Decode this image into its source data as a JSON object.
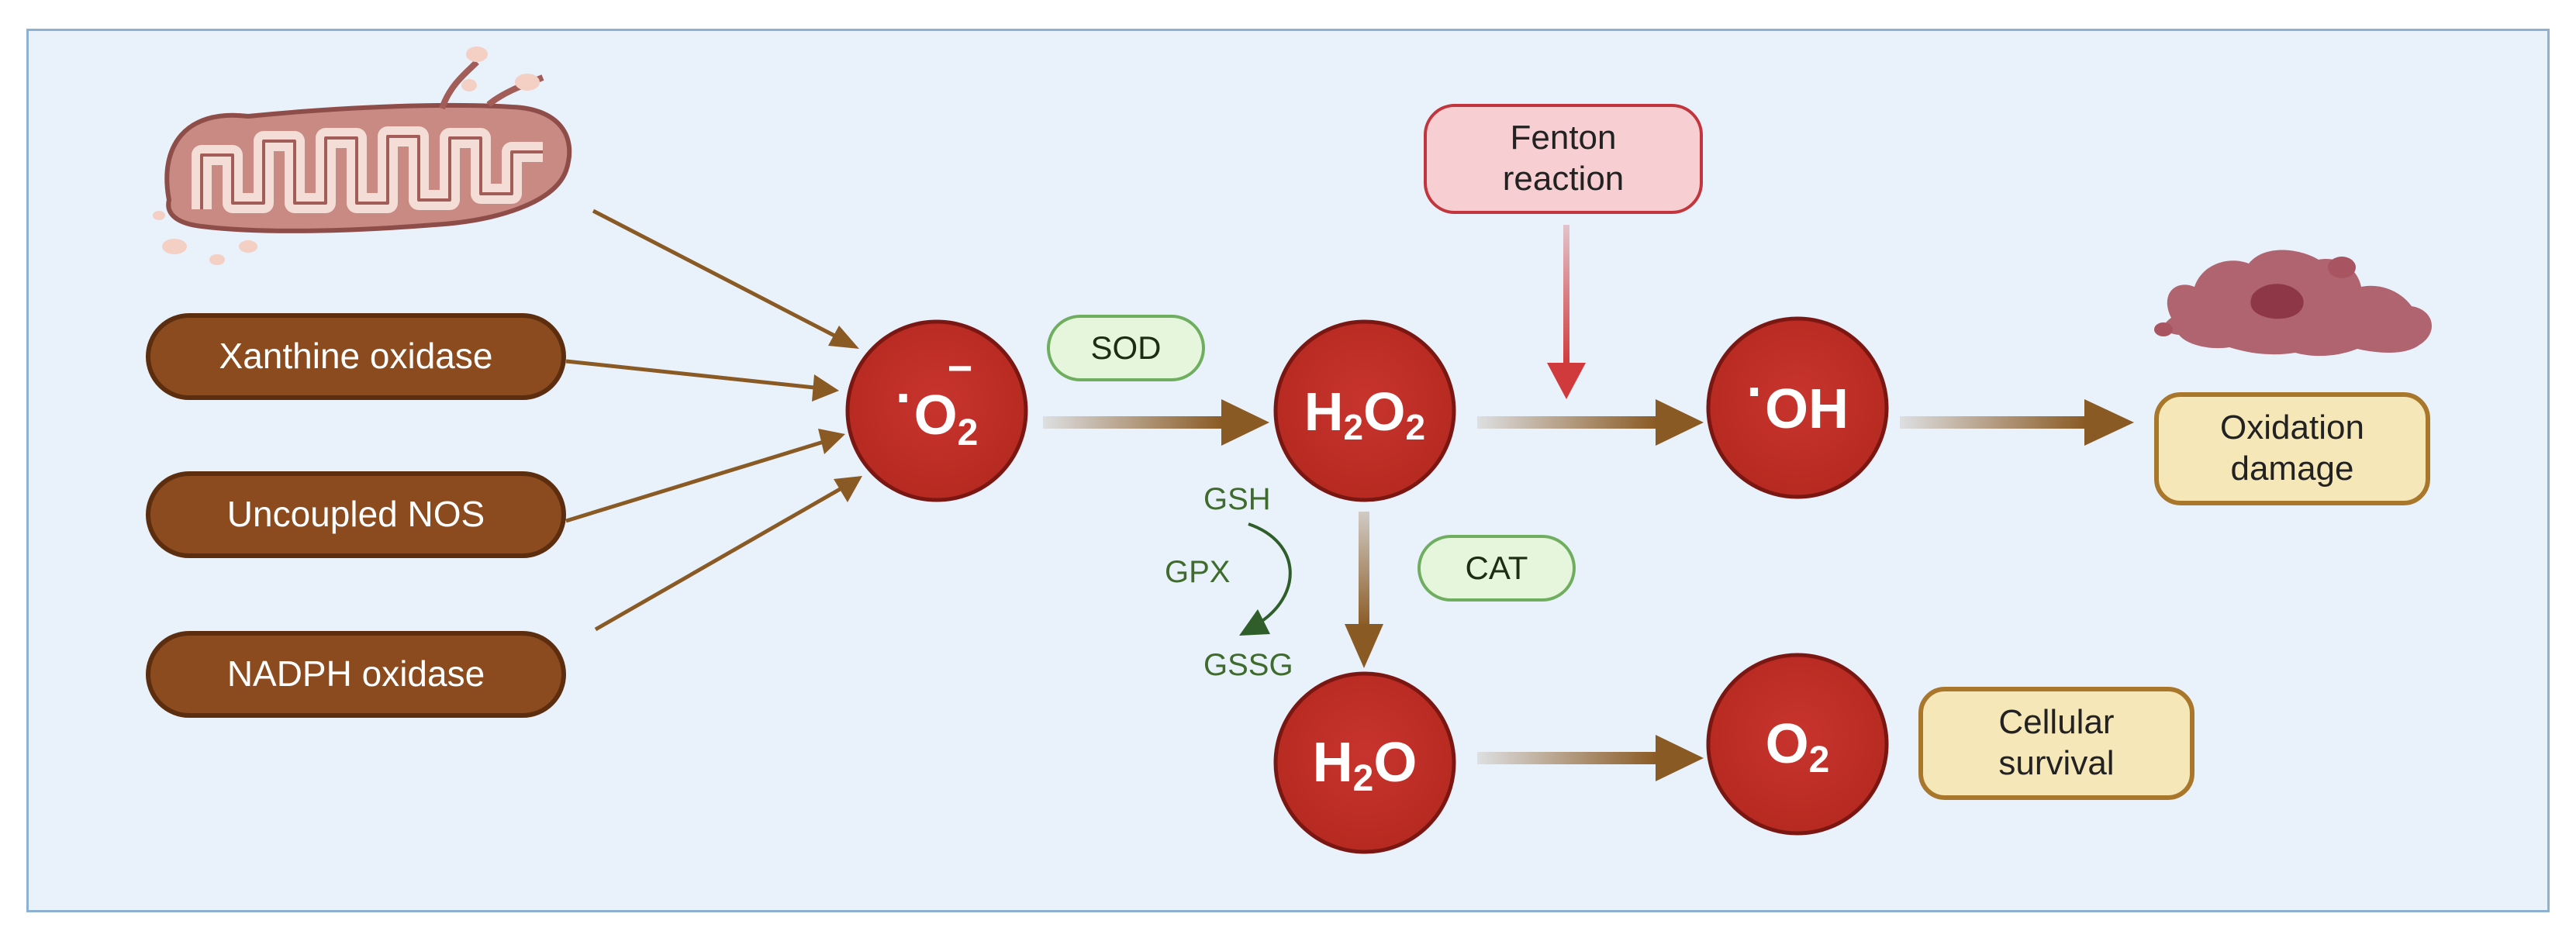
{
  "sources": [
    {
      "label": "Xanthine oxidase"
    },
    {
      "label": "Uncoupled NOS"
    },
    {
      "label": "NADPH oxidase"
    }
  ],
  "molecules": {
    "superoxide": {
      "dot": "·",
      "base": "O",
      "sub": "2",
      "sup": "−"
    },
    "hydrogen_peroxide": {
      "base1": "H",
      "sub1": "2",
      "base2": "O",
      "sub2": "2"
    },
    "hydroxyl": {
      "dot": "·",
      "base": "OH"
    },
    "water": {
      "base1": "H",
      "sub1": "2",
      "base2": "O"
    },
    "oxygen": {
      "base": "O",
      "sub": "2"
    }
  },
  "enzymes": {
    "sod": "SOD",
    "cat": "CAT",
    "gpx": "GPX"
  },
  "glutathione": {
    "reduced": "GSH",
    "oxidized": "GSSG"
  },
  "fenton": {
    "line1": "Fenton",
    "line2": "reaction"
  },
  "outcomes": {
    "damage": {
      "line1": "Oxidation",
      "line2": "damage"
    },
    "survival": {
      "line1": "Cellular",
      "line2": "survival"
    }
  },
  "colors": {
    "background": "#e9f1fb",
    "border": "#8fb1d1",
    "source_fill": "#8b4b1e",
    "molecule_fill": "#c32f2a",
    "arrow": "#8a5a24",
    "fenton_arrow": "#d03a3c",
    "gpx_arrow": "#2f5e2a",
    "enzyme_fill": "#e6f6dc",
    "outcome_fill": "#f6e7b8"
  },
  "icons": [
    "mitochondrion-icon",
    "damaged-tissue-icon"
  ]
}
